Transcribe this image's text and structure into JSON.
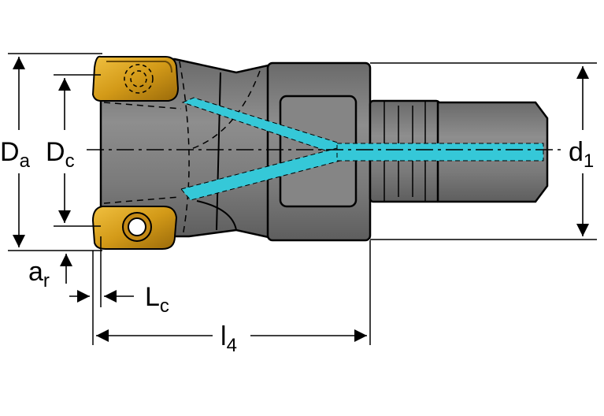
{
  "labels": {
    "Da": {
      "main": "D",
      "sub": "a"
    },
    "Dc": {
      "main": "D",
      "sub": "c"
    },
    "d1": {
      "main": "d",
      "sub": "1"
    },
    "ar": {
      "main": "a",
      "sub": "r"
    },
    "Lc": {
      "main": "L",
      "sub": "c"
    },
    "l4": {
      "main": "l",
      "sub": "4"
    }
  },
  "colors": {
    "body": "#7a7a7a",
    "body_dark": "#5a5a5a",
    "body_light": "#9a9a9a",
    "coolant": "#35c8d8",
    "insert": "#d9a520",
    "insert_dark": "#8a6210",
    "outline": "#000000"
  },
  "icons": {
    "insert_top": "cutting-insert-icon",
    "insert_bottom": "cutting-insert-icon",
    "screw_hole": "screw-hole-icon"
  }
}
